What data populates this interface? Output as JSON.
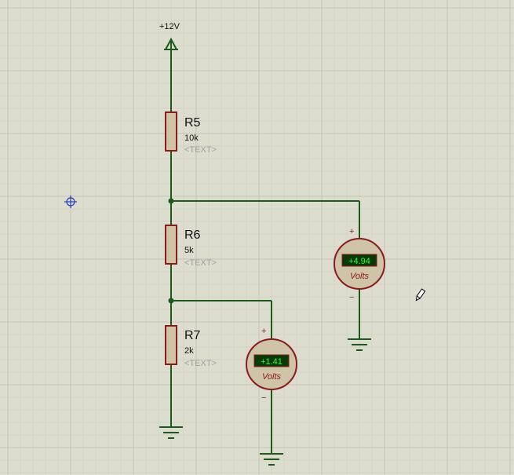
{
  "supply": {
    "label": "+12V"
  },
  "resistors": [
    {
      "ref": "R5",
      "value": "10k",
      "text": "<TEXT>"
    },
    {
      "ref": "R6",
      "value": "5k",
      "text": "<TEXT>"
    },
    {
      "ref": "R7",
      "value": "2k",
      "text": "<TEXT>"
    }
  ],
  "voltmeters": [
    {
      "reading": "+4.94",
      "unit": "Volts",
      "plus": "+",
      "minus": "−"
    },
    {
      "reading": "+1.41",
      "unit": "Volts",
      "plus": "+",
      "minus": "−"
    }
  ],
  "colors": {
    "background": "#dcdccf",
    "grid_major": "#c5c5b7",
    "grid_minor": "#d2d2c4",
    "wire": "#1a5a1a",
    "component_outline": "#8b1a1a",
    "component_fill": "#cfc4a8",
    "label": "#111111",
    "placeholder_text": "#a0a0a0",
    "display_bg": "#063a06",
    "display_text": "#33ff33",
    "marker": "#1e3fbf"
  }
}
